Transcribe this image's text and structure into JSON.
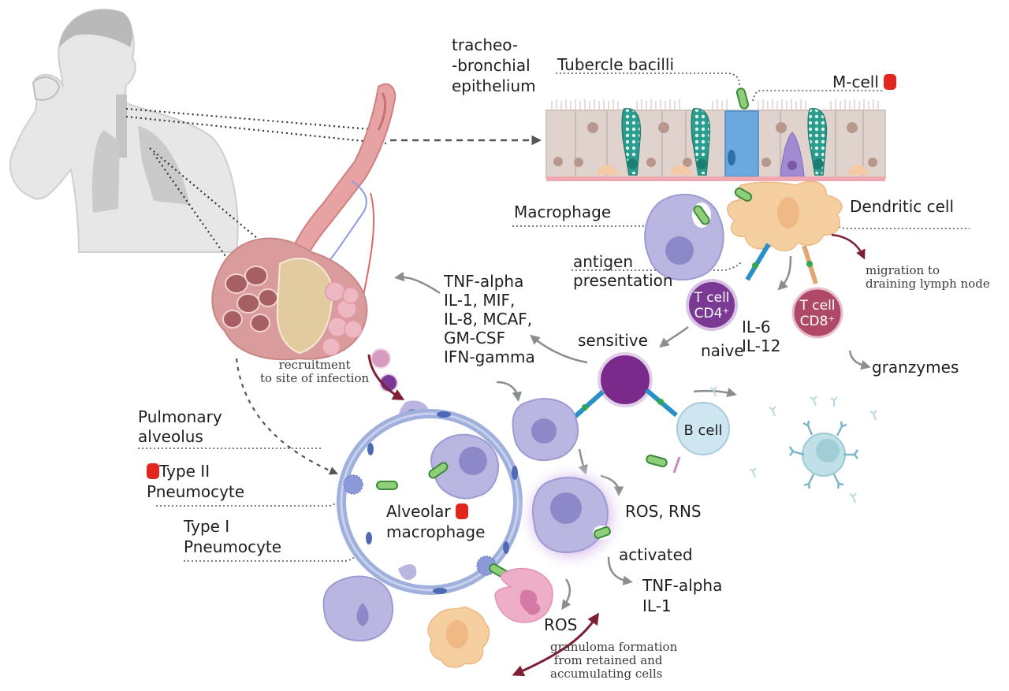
{
  "figure": {
    "topic": "Tuberculosis infection pathway from airway to granuloma formation",
    "colors": {
      "marker_red": "#e0261f",
      "arrow_gray": "#8a8f8e",
      "arrow_maroon": "#7d1f35",
      "macrophage": "#b9b6e2",
      "dendritic": "#f6cfa0",
      "tcell_cd4": "#7a3a94",
      "tcell_cd8": "#b04868",
      "bcell": "#cde6ef",
      "goblet_teal": "#2a9d8f",
      "mcell_blue": "#6aa8dd",
      "bacillus_green": "#8fce7a",
      "alveolus_wall": "#9fb0dd",
      "neutrophil_pink": "#eeaec8"
    }
  },
  "labels": {
    "tracheobronchial": "tracheo-\n-bronchial\nepithelium",
    "tubercle_bacilli": "Tubercle bacilli",
    "m_cell": "M-cell",
    "macrophage": "Macrophage",
    "dendritic_cell": "Dendritic cell",
    "antigen_presentation": "antigen\npresentation",
    "migration": "migration to\ndraining lymph node",
    "cytokines_recruit": "TNF-alpha\nIL-1, MIF,\nIL-8, MCAF,\nGM-CSF\nIFN-gamma",
    "recruitment": "recruitment\nto site of infection",
    "sensitive": "sensitive",
    "naive": "naive",
    "il6_il12": "IL-6\nIL-12",
    "granzymes": "granzymes",
    "tcell_cd4_line1": "T cell",
    "tcell_cd4_line2": "CD4⁺",
    "tcell_cd8_line1": "T cell",
    "tcell_cd8_line2": "CD8⁺",
    "b_cell": "B cell",
    "pulmonary_alveolus": "Pulmonary\nalveolus",
    "type2_line1": "Type II",
    "type2_line2": "Pneumocyte",
    "type1": "Type I\nPneumocyte",
    "alveolar_line1": "Alveolar",
    "alveolar_line2": "macrophage",
    "ros_rns": "ROS, RNS",
    "activated": "activated",
    "tnf_il1": "TNF-alpha\nIL-1",
    "ros": "ROS",
    "granuloma": "granuloma formation\n from retained and\naccumulating cells"
  }
}
